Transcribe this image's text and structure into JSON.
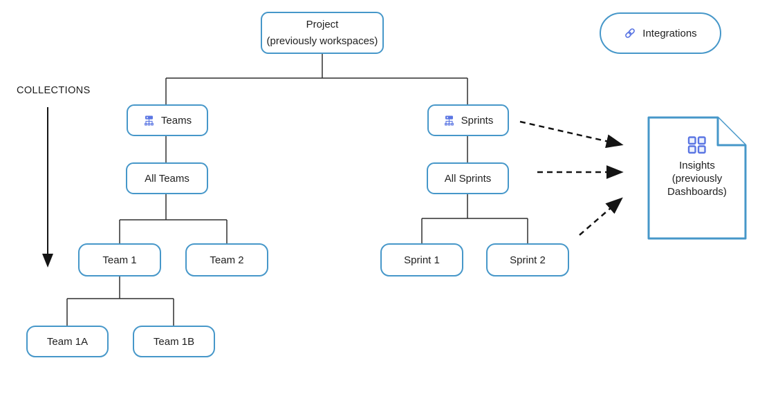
{
  "diagram": {
    "collections_label": "COLLECTIONS",
    "nodes": {
      "project": {
        "label_line1": "Project",
        "label_line2": "(previously workspaces)"
      },
      "integrations": {
        "label": "Integrations",
        "icon": "link-icon"
      },
      "teams": {
        "label": "Teams",
        "icon": "org-chart-icon"
      },
      "sprints": {
        "label": "Sprints",
        "icon": "org-chart-icon"
      },
      "all_teams": {
        "label": "All Teams"
      },
      "all_sprints": {
        "label": "All Sprints"
      },
      "team_1": {
        "label": "Team 1"
      },
      "team_2": {
        "label": "Team 2"
      },
      "sprint_1": {
        "label": "Sprint 1"
      },
      "sprint_2": {
        "label": "Sprint 2"
      },
      "team_1a": {
        "label": "Team 1A"
      },
      "team_1b": {
        "label": "Team 1B"
      },
      "insights": {
        "label_line1": "Insights",
        "label_line2": "(previously",
        "label_line3": "Dashboards)",
        "icon": "dashboard-grid-icon"
      }
    },
    "edges": {
      "solid": [
        {
          "from": "project",
          "to": "teams"
        },
        {
          "from": "project",
          "to": "sprints"
        },
        {
          "from": "teams",
          "to": "all_teams"
        },
        {
          "from": "all_teams",
          "to": "team_1"
        },
        {
          "from": "all_teams",
          "to": "team_2"
        },
        {
          "from": "team_1",
          "to": "team_1a"
        },
        {
          "from": "team_1",
          "to": "team_1b"
        },
        {
          "from": "sprints",
          "to": "all_sprints"
        },
        {
          "from": "all_sprints",
          "to": "sprint_1"
        },
        {
          "from": "all_sprints",
          "to": "sprint_2"
        }
      ],
      "dashed": [
        {
          "from": "sprints",
          "to": "insights"
        },
        {
          "from": "all_sprints",
          "to": "insights"
        },
        {
          "from": "sprint_2",
          "to": "insights"
        }
      ]
    },
    "colors": {
      "box_border": "#4697c9",
      "icon_blue": "#5b76e3",
      "connector": "#2f2f2f",
      "dashed_arrow": "#141414",
      "text": "#212121"
    }
  }
}
